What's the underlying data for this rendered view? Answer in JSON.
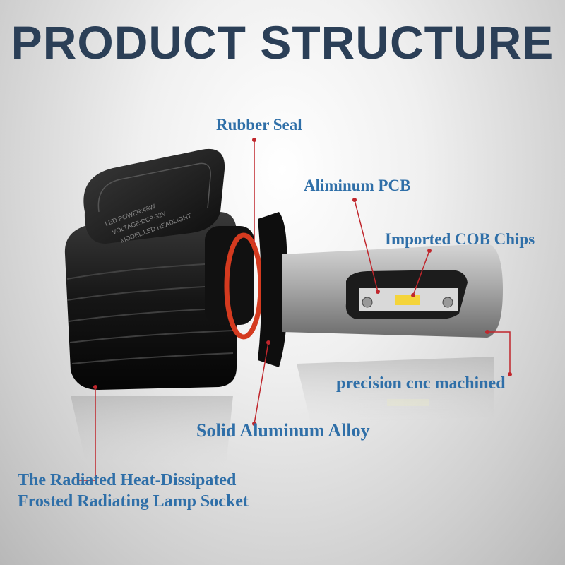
{
  "title": "PRODUCT STRUCTURE",
  "labels": {
    "rubber_seal": "Rubber Seal",
    "aluminum_pcb": "Aliminum PCB",
    "cob_chips": "Imported COB Chips",
    "cnc": "precision cnc machined",
    "alloy": "Solid Aluminum Alloy",
    "socket_line1": "The Radiated Heat-Dissipated",
    "socket_line2": "Frosted Radiating Lamp Socket"
  },
  "colors": {
    "title": "#2b3f57",
    "label": "#2f6fa8",
    "pointer": "#c0262c"
  }
}
